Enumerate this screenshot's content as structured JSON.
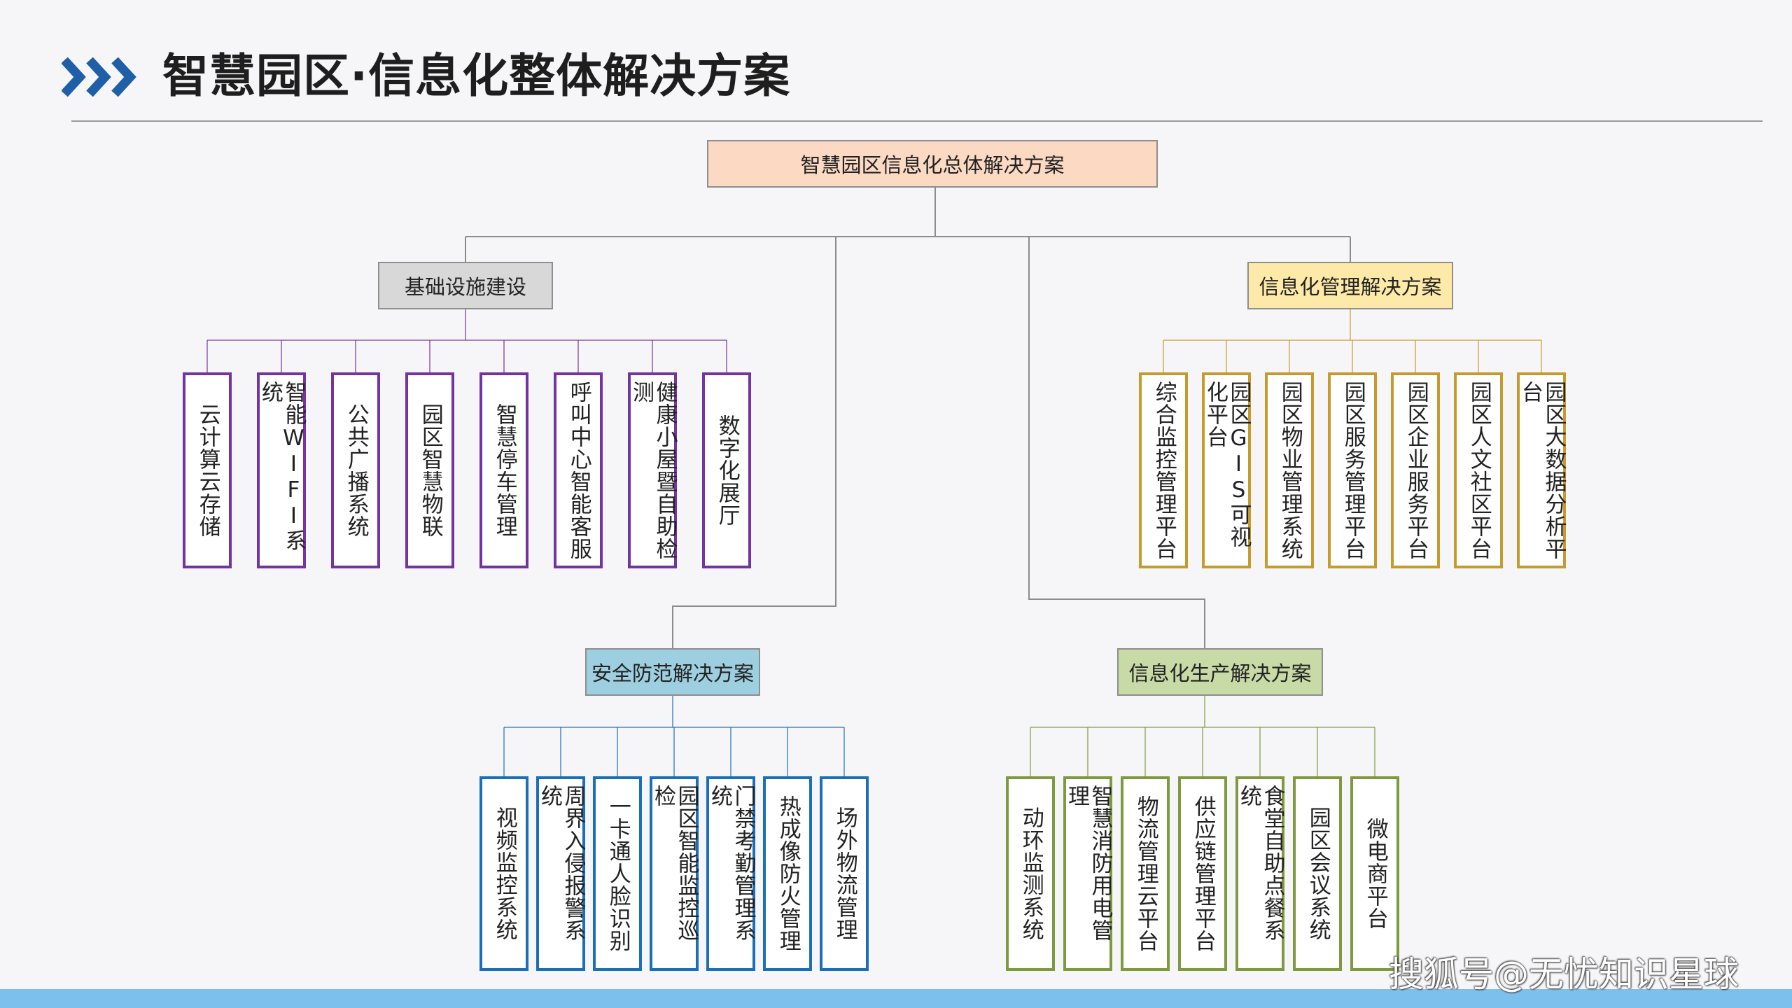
{
  "header": {
    "title": "智慧园区·信息化整体解决方案",
    "icon": "triple-chevron-icon",
    "accent_color": "#1f5fa8"
  },
  "root": {
    "label": "智慧园区信息化总体解决方案"
  },
  "categories": {
    "infrastructure": {
      "label": "基础设施建设",
      "color": "#7433a3",
      "items": [
        "云计算云存储",
        "智能WIFI系统",
        "公共广播系统",
        "园区智慧物联",
        "智慧停车管理",
        "呼叫中心智能客服",
        "健康小屋暨自助检测",
        "数字化展厅"
      ]
    },
    "info_management": {
      "label": "信息化管理解决方案",
      "color": "#c49b2c",
      "items": [
        "综合监控管理平台",
        "园区GIS可视化平台",
        "园区物业管理系统",
        "园区服务管理平台",
        "园区企业服务平台",
        "园区人文社区平台",
        "园区大数据分析平台"
      ]
    },
    "security": {
      "label": "安全防范解决方案",
      "color": "#1b6fba",
      "items": [
        "视频监控系统",
        "周界入侵报警系统",
        "一卡通人脸识别",
        "园区智能监控巡检",
        "门禁考勤管理系统",
        "热成像防火管理",
        "场外物流管理"
      ]
    },
    "production": {
      "label": "信息化生产解决方案",
      "color": "#7f9940",
      "items": [
        "动环监测系统",
        "智慧消防用电管理",
        "物流管理云平台",
        "供应链管理平台",
        "食堂自助点餐系统",
        "园区会议系统",
        "微电商平台"
      ]
    }
  },
  "watermark": "搜狐号@无忧知识星球"
}
